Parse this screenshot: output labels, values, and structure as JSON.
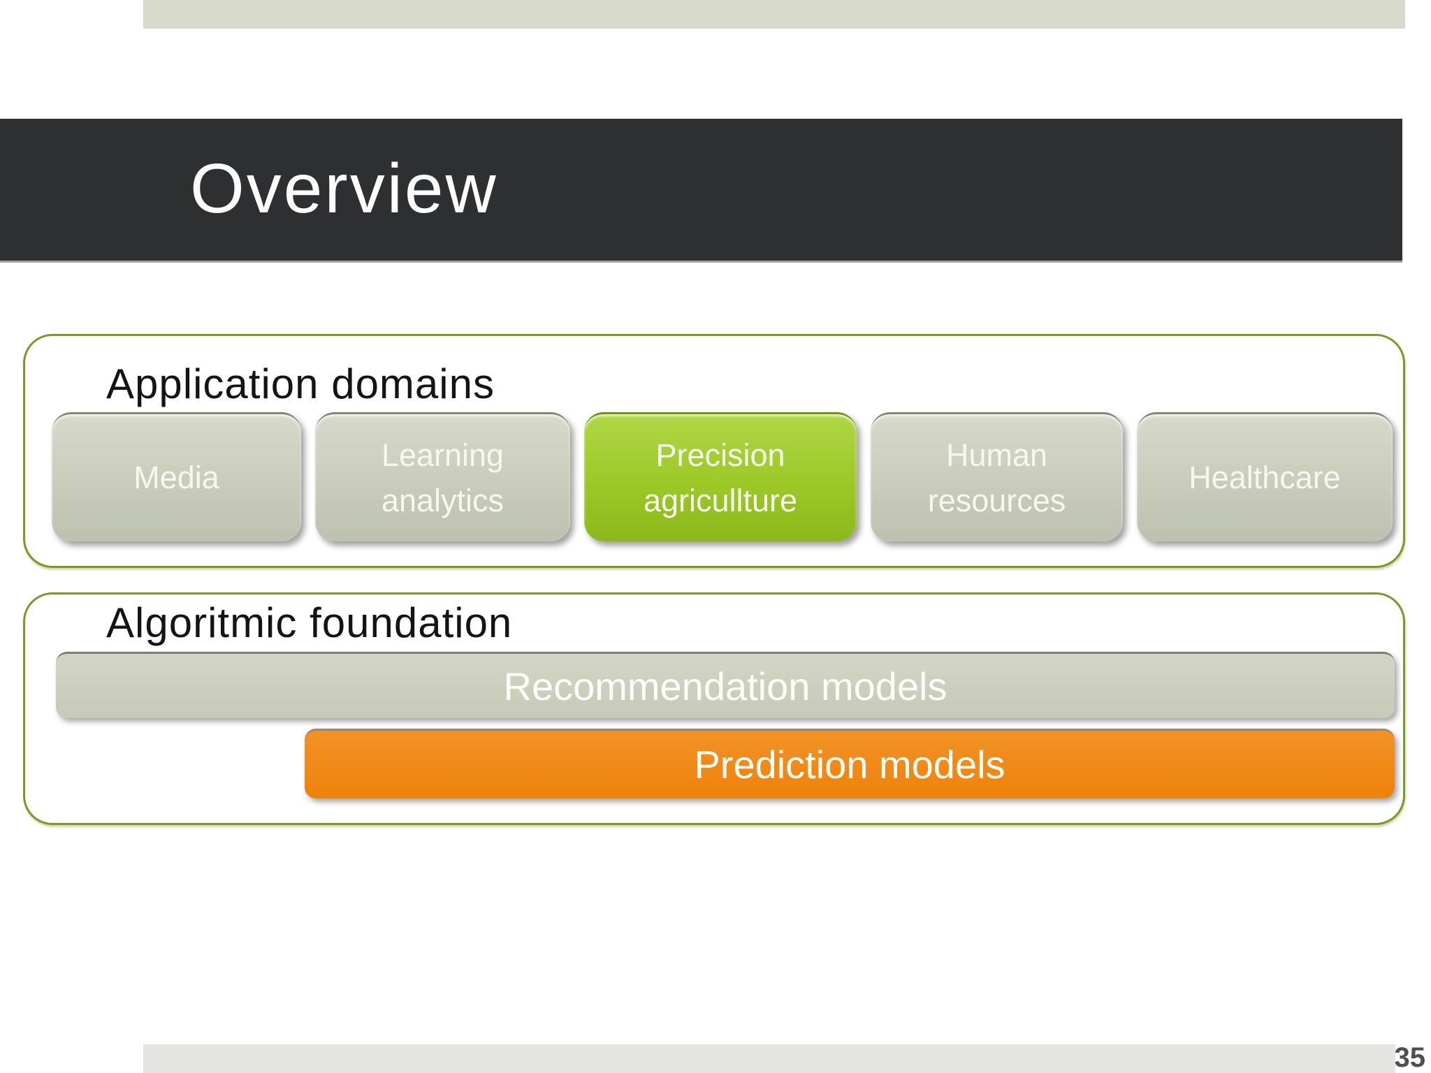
{
  "slide": {
    "title": "Overview",
    "page_number": "35"
  },
  "application_domains": {
    "label": "Application domains",
    "buttons": [
      {
        "label": "Media",
        "highlighted": false
      },
      {
        "label": "Learning analytics",
        "highlighted": false
      },
      {
        "label": "Precision agricullture",
        "highlighted": true
      },
      {
        "label": "Human resources",
        "highlighted": false
      },
      {
        "label": "Healthcare",
        "highlighted": false
      }
    ]
  },
  "algorithmic_foundation": {
    "label": "Algoritmic foundation",
    "bars": [
      {
        "label": "Recommendation models",
        "color": "#c9ccbb"
      },
      {
        "label": "Prediction models",
        "color": "#ee860f"
      }
    ]
  },
  "colors": {
    "title_bar_bg": "#2e2f31",
    "title_text": "#fcfcfc",
    "group_border": "#7d9827",
    "button_gray": "#c9ccbb",
    "button_green": "#9cc827",
    "bar_orange": "#ee860f",
    "strip_top": "#d7d9cb",
    "strip_bottom": "#e4e5e0",
    "page_number_text": "#4f4f4f"
  }
}
